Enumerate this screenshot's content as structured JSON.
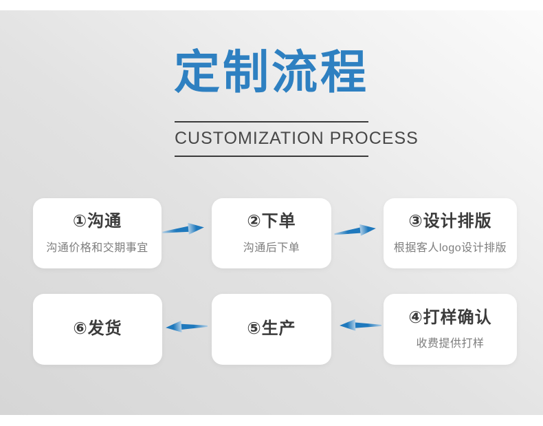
{
  "header": {
    "title": "定制流程",
    "subtitle": "CUSTOMIZATION PROCESS"
  },
  "colors": {
    "title_blue": "#2e80c1",
    "arrow_blue": "#1f79bd",
    "arrow_blue_faint": "#aecde5",
    "line_dark": "#3a3a3a",
    "step_title_dark": "#3b3b3b",
    "step_desc_gray": "#7d7d7d",
    "card_bg": "#ffffff"
  },
  "flow": {
    "steps": [
      {
        "number": "①",
        "title": "沟通",
        "desc": "沟通价格和交期事宜"
      },
      {
        "number": "②",
        "title": "下单",
        "desc": "沟通后下单"
      },
      {
        "number": "③",
        "title": "设计排版",
        "desc": "根据客人logo设计排版"
      },
      {
        "number": "④",
        "title": "打样确认",
        "desc": "收费提供打样"
      },
      {
        "number": "⑤",
        "title": "生产",
        "desc": ""
      },
      {
        "number": "⑥",
        "title": "发货",
        "desc": ""
      }
    ],
    "arrows": [
      {
        "from": 1,
        "to": 2,
        "direction": "right"
      },
      {
        "from": 2,
        "to": 3,
        "direction": "right"
      },
      {
        "from": 4,
        "to": 5,
        "direction": "left"
      },
      {
        "from": 5,
        "to": 6,
        "direction": "left"
      }
    ]
  }
}
